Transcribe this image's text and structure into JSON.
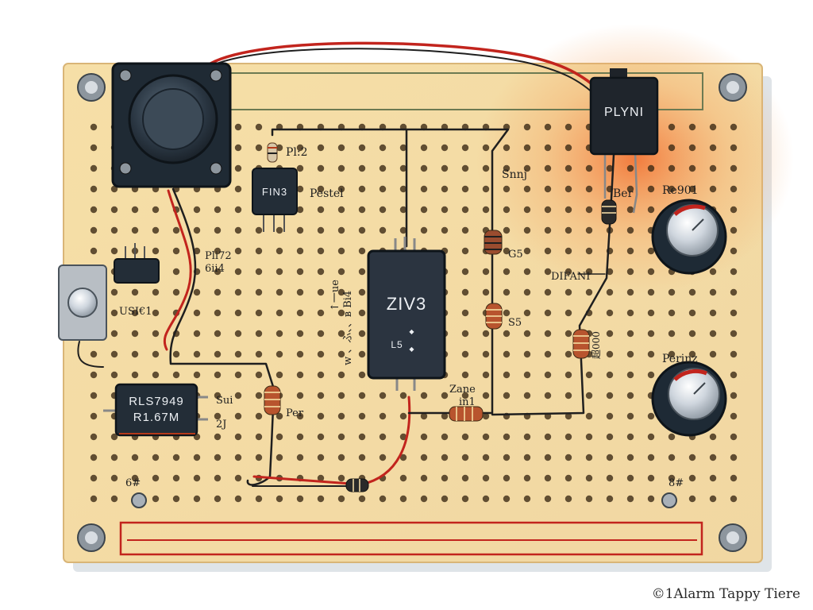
{
  "components": {
    "top_right_chip": "PLYNI",
    "small_chip": "FIN3",
    "main_chip": "ZIV3",
    "main_chip_sub": "L5",
    "relay_line1": "RLS7949",
    "relay_line2": "R1.67M",
    "main_chip_pin_a": "◆",
    "main_chip_pin_b": "◆"
  },
  "labels": {
    "pl2": "Pl:2",
    "pestel": "Pestel",
    "snnj": "Snnj",
    "ber": "Ber",
    "re901": "Re901",
    "g5": "G5",
    "s5": "S5",
    "difani": "DIFANI",
    "pli72": "Pli72",
    "pli72_b": "6ii4",
    "usi": "USI€1",
    "vertical_text": "w 、ふ、、в Bi4",
    "vertical_text_b": "↑一ue",
    "perinz": "Perinz",
    "sui": "Sui",
    "sui_b": "2J",
    "per": "Per",
    "zane": "Zane",
    "zane_b": "in1",
    "vert_right": "超000",
    "bottom_left": "6#",
    "bottom_right": "8#"
  },
  "caption": "©1Alarm Tappy Tiere",
  "colors": {
    "board": "#f3d9a2",
    "board_edge": "#d9b577",
    "hole": "#3c2a15",
    "wire_red": "#c2241d",
    "wire_black": "#1f1f1f",
    "chip": "#2b3440",
    "accent_glow": "#f06a2a"
  }
}
